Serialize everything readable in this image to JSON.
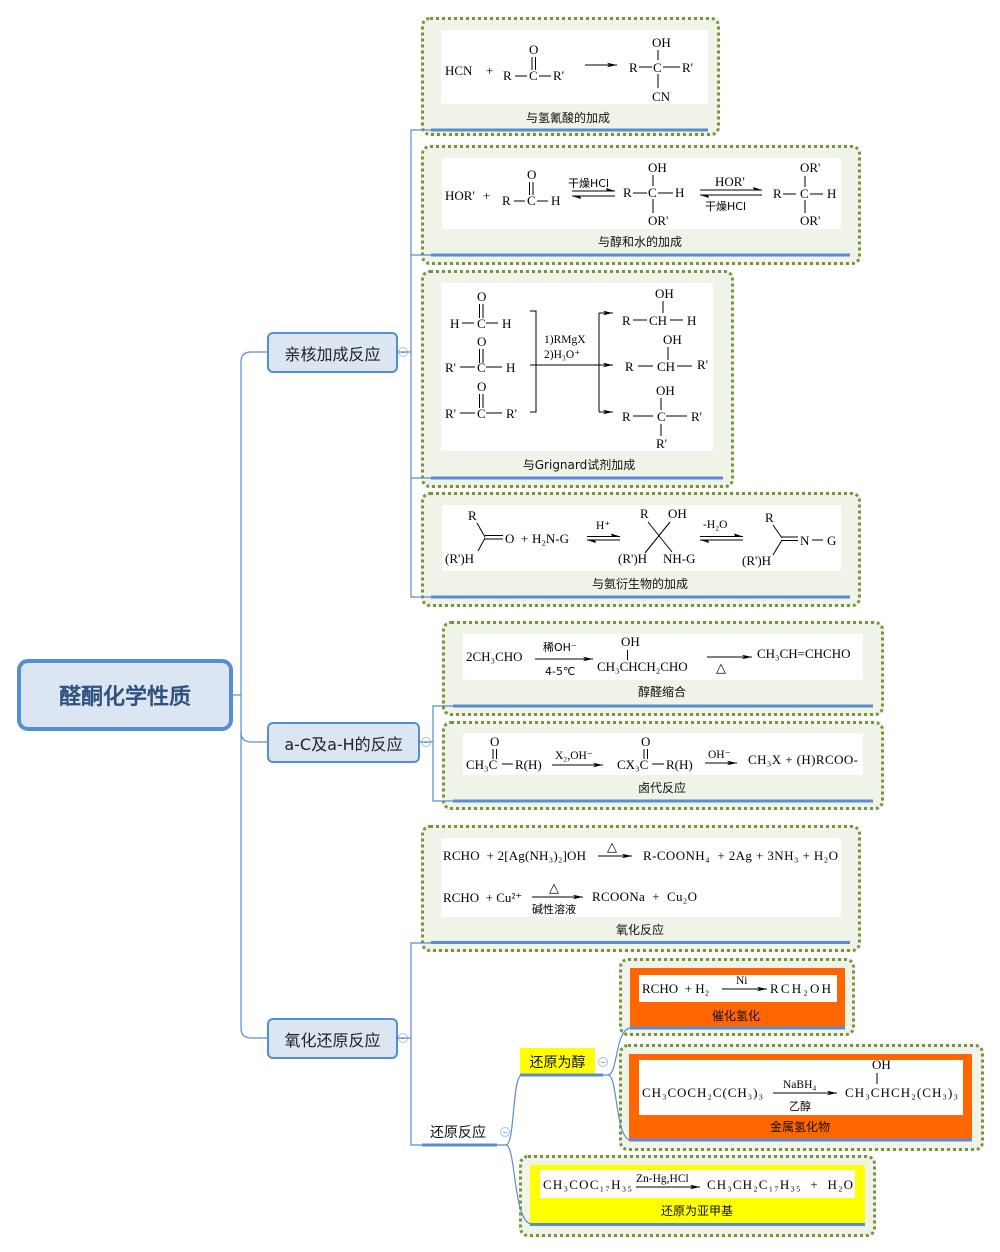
{
  "colors": {
    "connector": "#5b8bd0",
    "node-fill": "#dce6f2",
    "node-border": "#558ed5",
    "root-text": "#30517f",
    "card-border": "#77933c",
    "card-fill": "#eff3e8",
    "highlight-orange": "#ff6600",
    "highlight-yellow": "#ffff00"
  },
  "root": {
    "label": "醛酮化学性质"
  },
  "branches": {
    "nucleophilic_addition": {
      "label": "亲核加成反应",
      "cards": {
        "hcn": {
          "caption": "与氢氰酸的加成",
          "reactant": "HCN",
          "plus": "+",
          "ketone": {
            "r1": "R",
            "c": "C",
            "r2": "R'",
            "o": "O"
          },
          "product": {
            "r1": "R",
            "c": "C",
            "r2": "R'",
            "top": "OH",
            "bottom": "CN"
          }
        },
        "alcohol": {
          "caption": "与醇和水的加成",
          "reagent": "HOR'",
          "plus": "+",
          "aldehyde": {
            "r": "R",
            "c": "C",
            "h": "H",
            "o": "O"
          },
          "arrow1": {
            "above": "干燥HCl"
          },
          "hemiacetal": {
            "r": "R",
            "c": "C",
            "h": "H",
            "top": "OH",
            "bottom": "OR'"
          },
          "arrow2": {
            "above": "HOR'",
            "below": "干燥HCl"
          },
          "acetal": {
            "r": "R",
            "c": "C",
            "h": "H",
            "top": "OR'",
            "bottom": "OR'"
          }
        },
        "grignard": {
          "caption": "与Grignard试剂加成",
          "reactants": [
            {
              "left": "H",
              "c": "C",
              "right": "H",
              "o": "O"
            },
            {
              "left": "R'",
              "c": "C",
              "right": "H",
              "o": "O"
            },
            {
              "left": "R'",
              "c": "C",
              "right": "R'",
              "o": "O"
            }
          ],
          "conditions": [
            "1)RMgX",
            "2)H₃O⁺"
          ],
          "products": [
            {
              "left": "R",
              "center": "CH",
              "right": "H",
              "top": "OH"
            },
            {
              "left": "R",
              "center": "CH",
              "right": "R'",
              "top": "OH"
            },
            {
              "left": "R",
              "center": "C",
              "right": "R'",
              "top": "OH",
              "bottom": "R'"
            }
          ]
        },
        "amine": {
          "caption": "与氨衍生物的加成",
          "carbonyl": {
            "r": "R",
            "o": "O",
            "h": "(R')H"
          },
          "plus": "+",
          "reagent": "H₂N-G",
          "arrow1": {
            "above": "H⁺"
          },
          "intermediate": {
            "r": "R",
            "oh": "OH",
            "h": "(R')H",
            "nh": "NH-G"
          },
          "arrow2": {
            "above": "-H₂O"
          },
          "product": {
            "r": "R",
            "n": "N",
            "g": "G",
            "h": "(R')H"
          }
        }
      }
    },
    "alpha_reactions": {
      "label": "a-C及a-H的反应",
      "cards": {
        "aldol": {
          "caption": "醇醛缩合",
          "reactant": "2CH₃CHO",
          "arrow1": {
            "above": "稀OH⁻",
            "below": "4-5℃"
          },
          "intermediate": {
            "top": "OH",
            "formula": "CH₃CHCH₂CHO"
          },
          "arrow2": {
            "below": "△"
          },
          "product": "CH₃CH=CHCHO"
        },
        "haloform": {
          "caption": "卤代反应",
          "reactant": {
            "left": "CH₃C",
            "o": "O",
            "right": "R(H)"
          },
          "arrow1": {
            "above": "X₂,OH⁻"
          },
          "intermediate": {
            "left": "CX₃C",
            "o": "O",
            "right": "R(H)"
          },
          "arrow2": {
            "above": "OH⁻"
          },
          "products": "CH₃X + (H)RCOO-"
        }
      }
    },
    "redox": {
      "label": "氧化还原反应",
      "oxidation": {
        "caption": "氧化反应",
        "tollens": {
          "reactants": "RCHO  + 2[Ag(NH₃)₂]OH",
          "condition": "△",
          "products": "R-COONH₄  + 2Ag + 3NH₃ + H₂O"
        },
        "fehling": {
          "reactants": "RCHO  + Cu²⁺",
          "condition_above": "△",
          "condition_below": "碱性溶液",
          "products": "RCOONa  +  Cu₂O"
        }
      },
      "reduction": {
        "label": "还原反应",
        "to_alcohol": {
          "label": "还原为醇",
          "catalytic": {
            "caption": "催化氢化",
            "reactants": "RCHO  + H₂",
            "condition": "Ni",
            "product": "RCH₂OH"
          },
          "metal_hydride": {
            "caption": "金属氢化物",
            "reactant": "CH₃COCH₂C(CH₃)₃",
            "condition_above": "NaBH₄",
            "condition_below": "乙醇",
            "product_top": "OH",
            "product": "CH₃CHCH₂(CH₃)₃"
          }
        },
        "to_methylene": {
          "caption": "还原为亚甲基",
          "reactant": "CH₃COC₁₇H₃₅",
          "condition": "Zn-Hg,HCl",
          "products": "CH₃CH₂C₁₇H₃₅  +  H₂O"
        }
      }
    }
  }
}
